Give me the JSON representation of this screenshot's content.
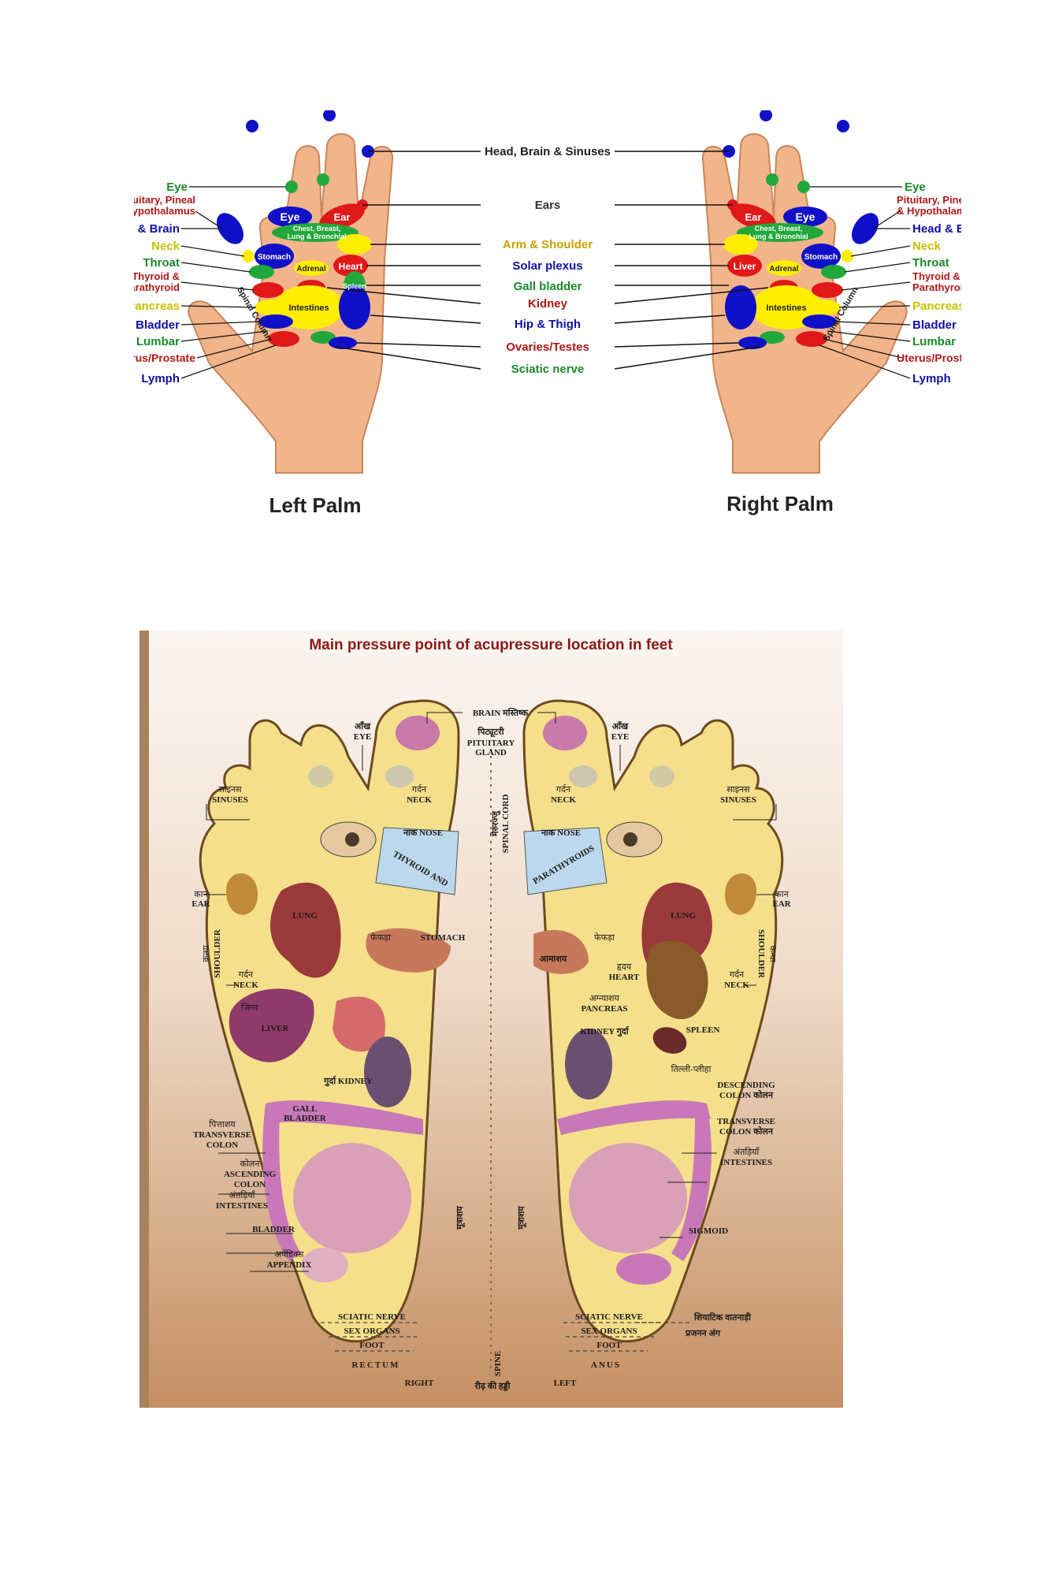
{
  "hands": {
    "left_title": "Left Palm",
    "right_title": "Right Palm",
    "center_labels": {
      "head_brain_sinuses": "Head, Brain & Sinuses",
      "ears": "Ears",
      "arm_shoulder": "Arm & Shoulder",
      "solar_plexus": "Solar plexus",
      "gall_bladder": "Gall bladder",
      "kidney": "Kidney",
      "hip_thigh": "Hip & Thigh",
      "ovaries_testes": "Ovaries/Testes",
      "sciatic_nerve": "Sciatic nerve"
    },
    "side_labels": {
      "eye": "Eye",
      "pituitary_1": "Pituitary, Pineal",
      "pituitary_2": "& Hypothalamus",
      "head_brain": "Head & Brain",
      "neck": "Neck",
      "throat": "Throat",
      "thyroid_1": "Thyroid &",
      "thyroid_2": "Parathyroid",
      "pancreas": "Pancreas",
      "bladder": "Bladder",
      "lumbar": "Lumbar",
      "uterus": "Uterus/Prostate",
      "lymph": "Lymph"
    },
    "in_palm": {
      "eye": "Eye",
      "ear": "Ear",
      "chest_1": "Chest, Breast,",
      "chest_2": "Lung & Bronchial",
      "stomach": "Stomach",
      "adrenal": "Adrenal",
      "heart": "Heart",
      "spleen": "Spleen",
      "liver": "Liver",
      "intestines": "Intestines",
      "spinal_column": "Spinal Column"
    },
    "colors": {
      "blue": "#1010c8",
      "green": "#22a83a",
      "red": "#e01818",
      "yellow": "#ffee00",
      "skin": "#f2b48a"
    }
  },
  "feet": {
    "title": "Main pressure point of acupressure location in feet",
    "labels": {
      "brain": "BRAIN मस्तिष्क",
      "pituitary_hi": "पिट्यूटरी",
      "pituitary_1": "PITUITARY",
      "pituitary_2": "GLAND",
      "eye_hi": "आँख",
      "eye": "EYE",
      "sinuses_hi": "साइनस",
      "sinuses": "SINUSES",
      "neck_hi": "गर्दन",
      "neck": "NECK",
      "nose": "नाक NOSE",
      "spinal_hi": "मेरुरज्जु",
      "spinal": "SPINAL CORD",
      "thyroid": "THYROID AND",
      "parathyroid": "PARATHYROIDS",
      "lung": "LUNG",
      "ear_hi": "कान",
      "ear": "EAR",
      "shoulder_hi": "कन्धा",
      "shoulder": "SHOULDER",
      "lung_hi": "फेफड़ा",
      "stomach": "STOMACH",
      "stomach_hi": "आमाशय",
      "liver_hi": "जिगर",
      "liver": "LIVER",
      "heart_hi": "हृदय",
      "heart": "HEART",
      "pancreas_hi": "अग्न्याशय",
      "pancreas": "PANCREAS",
      "kidney_r": "गुर्दा KIDNEY",
      "kidney_l": "KIDNEY गुर्दा",
      "spleen": "SPLEEN",
      "spleen_hi": "तिल्ली-प्लीहा",
      "gall_1": "GALL",
      "gall_2": "BLADDER",
      "descending_1": "DESCENDING",
      "descending_2": "COLON कोलन",
      "gallbladder_hi": "पित्ताशय",
      "transverse": "TRANSVERSE",
      "colon": "COLON",
      "transverse_l": "TRANSVERSE",
      "transverse_l2": "COLON कोलन",
      "colon_hi": "कोलन",
      "ascending": "ASCENDING",
      "intestines_hi": "अंतड़ियाँ",
      "intestines": "INTESTINES",
      "bladder": "BLADDER",
      "bladder_hi": "मूत्राशय",
      "sigmoid": "SIGMOID",
      "appendix_hi": "अपेंडिक्स",
      "appendix": "APPENDIX",
      "sciatic": "SCIATIC NERVE",
      "sex": "SEX ORGANS",
      "foot": "FOOT",
      "sciatic_hi": "शियाटिक वातनाड़ी",
      "sex_hi": "प्रजनन अंग",
      "rectum": "RECTUM",
      "anus": "ANUS",
      "spine": "SPINE",
      "right": "RIGHT",
      "left": "LEFT",
      "spine_hi": "रीढ़ की हड्डी"
    },
    "colors": {
      "sole": "#f6df8a",
      "outline": "#6b4a20",
      "organ_red": "#9a3a3a",
      "organ_pink": "#c878b8",
      "liver": "#8e3a6a",
      "thyroid": "#bcd8ec",
      "title": "#8a1a1a"
    }
  }
}
